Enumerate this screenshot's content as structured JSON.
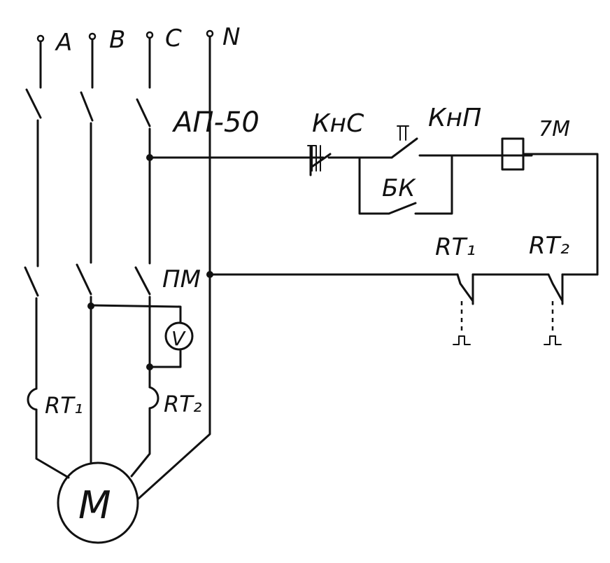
{
  "phases": {
    "a": "A",
    "b": "B",
    "c": "C",
    "n": "N"
  },
  "labels": {
    "breaker": "АП-50",
    "stop_button": "КнС",
    "start_button": "КнП",
    "aux_contact": "БК",
    "coil": "7М",
    "contactor": "ПМ",
    "thermal_1": "RT₁",
    "thermal_2": "RT₂",
    "voltmeter": "V",
    "motor": "M"
  }
}
